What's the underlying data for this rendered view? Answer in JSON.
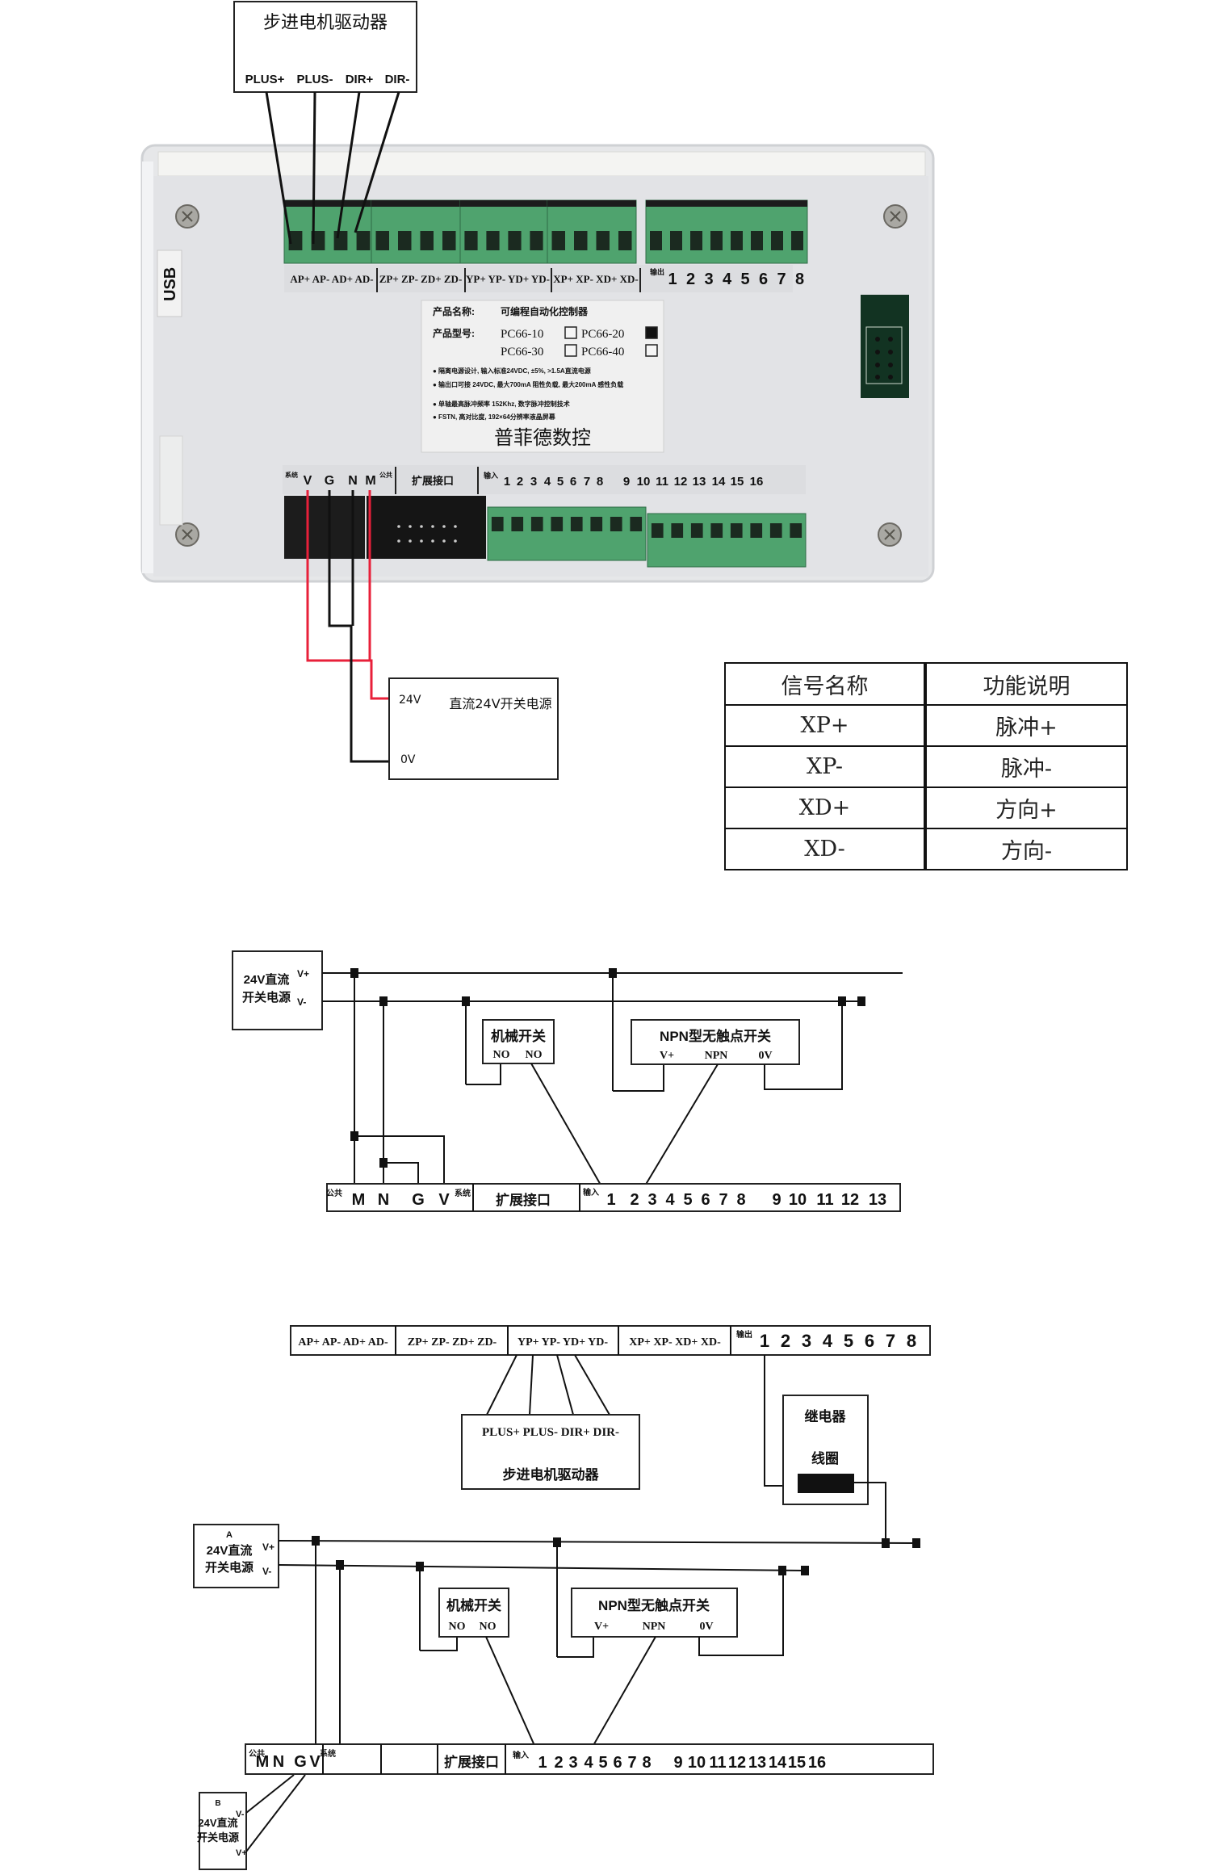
{
  "device_photo": {
    "driver_box": {
      "title": "步进电机驱动器",
      "pins": [
        "PLUS+",
        "PLUS-",
        "DIR+",
        "DIR-"
      ]
    },
    "usb_label": "USB",
    "top_terminal_groups": [
      [
        "AP+",
        "AP-",
        "AD+",
        "AD-"
      ],
      [
        "ZP+",
        "ZP-",
        "ZD+",
        "ZD-"
      ],
      [
        "YP+",
        "YP-",
        "YD+",
        "YD-"
      ],
      [
        "XP+",
        "XP-",
        "XD+",
        "XD-"
      ]
    ],
    "output_label": "输出",
    "output_numbers": [
      "1",
      "2",
      "3",
      "4",
      "5",
      "6",
      "7",
      "8"
    ],
    "nameplate": {
      "product_name_label": "产品名称:",
      "product_name": "可编程自动化控制器",
      "model_label": "产品型号:",
      "models": [
        {
          "name": "PC66-10",
          "checked": false
        },
        {
          "name": "PC66-20",
          "checked": true
        },
        {
          "name": "PC66-30",
          "checked": false
        },
        {
          "name": "PC66-40",
          "checked": false
        }
      ],
      "bullets": [
        "隔离电源设计, 输入标准24VDC, ±5%, >1.5A直流电源",
        "输出口可接 24VDC, 最大700mA 阻性负载, 最大200mA 感性负载",
        "单轴最高脉冲频率 152Khz, 数字脉冲控制技术",
        "FSTN, 高对比度, 192×64分辨率液晶屏幕"
      ],
      "brand": "普菲德数控"
    },
    "bottom_labels": {
      "system_label": "系统",
      "power_pins": [
        "V",
        "G",
        "N",
        "M"
      ],
      "common_label": "公共",
      "expansion_label": "扩展接口",
      "input_label": "输入",
      "input_numbers": [
        "1",
        "2",
        "3",
        "4",
        "5",
        "6",
        "7",
        "8",
        "9",
        "10",
        "11",
        "12",
        "13",
        "14",
        "15",
        "16"
      ]
    },
    "psu_box": {
      "title": "直流24V开关电源",
      "pos_label": "24V",
      "neg_label": "0V"
    },
    "wire_colors": {
      "positive": "#e8203a",
      "negative": "#111111"
    }
  },
  "signal_table": {
    "headers": [
      "信号名称",
      "功能说明"
    ],
    "rows": [
      [
        "XP+",
        "脉冲+"
      ],
      [
        "XP-",
        "脉冲-"
      ],
      [
        "XD+",
        "方向+"
      ],
      [
        "XD-",
        "方向-"
      ]
    ]
  },
  "diagram_input": {
    "psu": {
      "line1": "24V直流",
      "line2": "开关电源",
      "pos": "V+",
      "neg": "V-"
    },
    "mech_switch": {
      "title": "机械开关",
      "pins": [
        "NO",
        "NO"
      ]
    },
    "npn_switch": {
      "title": "NPN型无触点开关",
      "pins": [
        "V+",
        "NPN",
        "0V"
      ]
    },
    "terminal": {
      "common_label": "公共",
      "pins": [
        "M",
        "N",
        "G",
        "V"
      ],
      "system_label": "系统",
      "expansion_label": "扩展接口",
      "input_label": "输入",
      "numbers": [
        "1",
        "2",
        "3",
        "4",
        "5",
        "6",
        "7",
        "8",
        "9",
        "10",
        "11",
        "12",
        "13"
      ]
    }
  },
  "diagram_full": {
    "top_terminal": {
      "groups": [
        "AP+ AP- AD+ AD-",
        "ZP+ ZP- ZD+ ZD-",
        "YP+ YP- YD+ YD-",
        "XP+ XP- XD+ XD-"
      ],
      "output_label": "输出",
      "numbers": [
        "1",
        "2",
        "3",
        "4",
        "5",
        "6",
        "7",
        "8"
      ]
    },
    "driver": {
      "pins": "PLUS+ PLUS- DIR+ DIR-",
      "title": "步进电机驱动器"
    },
    "relay": {
      "title": "继电器",
      "coil_label": "线圈"
    },
    "psu_a": {
      "tag": "A",
      "line1": "24V直流",
      "line2": "开关电源",
      "pos": "V+",
      "neg": "V-"
    },
    "psu_b": {
      "tag": "B",
      "line1": "24V直流",
      "line2": "开关电源",
      "pos": "V+",
      "neg": "V-"
    },
    "mech_switch": {
      "title": "机械开关",
      "pins": [
        "NO",
        "NO"
      ]
    },
    "npn_switch": {
      "title": "NPN型无触点开关",
      "pins": [
        "V+",
        "NPN",
        "0V"
      ]
    },
    "bottom_terminal": {
      "common_label": "公共",
      "pins": [
        "M",
        "N",
        "G",
        "V"
      ],
      "system_label": "系统",
      "expansion_label": "扩展接口",
      "input_label": "输入",
      "numbers": [
        "1",
        "2",
        "3",
        "4",
        "5",
        "6",
        "7",
        "8",
        "9",
        "10",
        "11",
        "12",
        "13",
        "14",
        "15",
        "16"
      ]
    }
  }
}
